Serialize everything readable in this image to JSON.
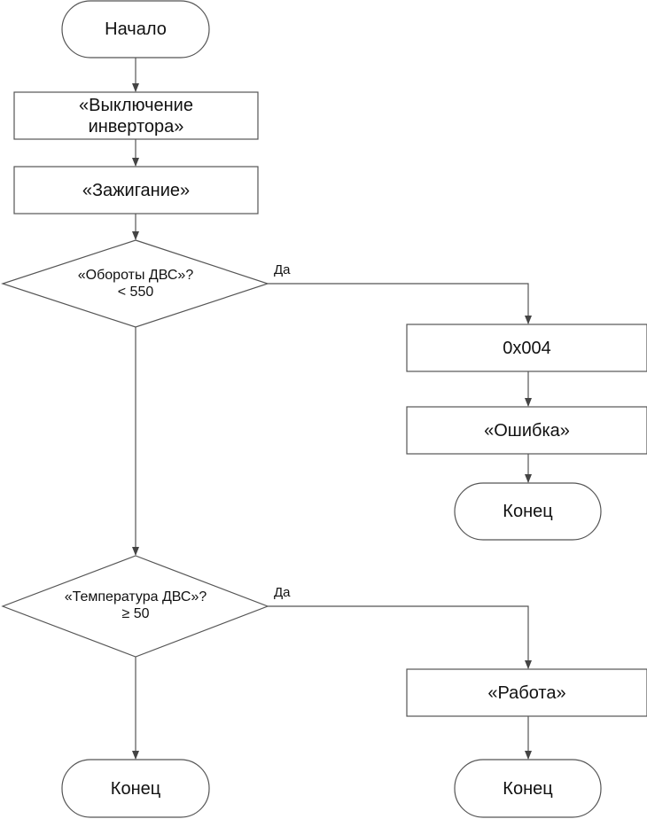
{
  "nodes": {
    "start": "Начало",
    "inverter_off_line1": "«Выключение",
    "inverter_off_line2": "инвертора»",
    "ignition": "«Зажигание»",
    "rpm_check_line1": "«Обороты ДВС»?",
    "rpm_check_line2": "< 550",
    "error_code": "0x004",
    "error": "«Ошибка»",
    "end_error": "Конец",
    "temp_check_line1": "«Температура ДВС»?",
    "temp_check_line2": "≥ 50",
    "work": "«Работа»",
    "end_left": "Конец",
    "end_right": "Конец"
  },
  "edges": {
    "rpm_yes": "Да",
    "temp_yes": "Да"
  },
  "colors": {
    "stroke": "#555555",
    "fill": "#ffffff",
    "text": "#111111"
  }
}
